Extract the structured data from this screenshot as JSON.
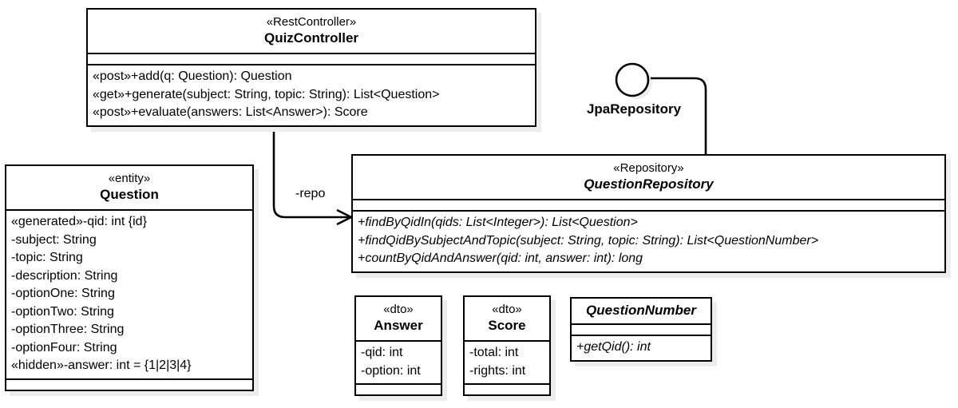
{
  "diagram": {
    "title": "Quiz application UML class diagram",
    "background_color": "#ffffff",
    "line_color": "#000000",
    "shadow_color": "rgba(0,0,0,0.07)"
  },
  "classes": {
    "quiz_controller": {
      "stereotype": "«RestController»",
      "name": "QuizController",
      "attributes": [],
      "operations": [
        "«post»+add(q: Question): Question",
        "«get»+generate(subject: String, topic: String): List<Question>",
        "«post»+evaluate(answers: List<Answer>): Score"
      ]
    },
    "question": {
      "stereotype": "«entity»",
      "name": "Question",
      "attributes": [
        "«generated»-qid: int {id}",
        "-subject: String",
        "-topic: String",
        "-description: String",
        "-optionOne: String",
        "-optionTwo: String",
        "-optionThree: String",
        "-optionFour: String",
        "«hidden»-answer: int = {1|2|3|4}"
      ],
      "operations": []
    },
    "question_repository": {
      "stereotype": "«Repository»",
      "name": "QuestionRepository",
      "attributes": [],
      "operations": [
        "+findByQidIn(qids: List<Integer>): List<Question>",
        "+findQidBySubjectAndTopic(subject: String, topic: String): List<QuestionNumber>",
        "+countByQidAndAnswer(qid: int, answer: int): long"
      ]
    },
    "answer": {
      "stereotype": "«dto»",
      "name": "Answer",
      "attributes": [
        "-qid: int",
        "-option: int"
      ],
      "operations": []
    },
    "score": {
      "stereotype": "«dto»",
      "name": "Score",
      "attributes": [
        "-total: int",
        "-rights: int"
      ],
      "operations": []
    },
    "question_number": {
      "stereotype": "",
      "name": "QuestionNumber",
      "attributes": [],
      "operations": [
        "+getQid(): int"
      ]
    }
  },
  "connectors": {
    "provided_interface": {
      "label": "JpaRepository",
      "icon": "lollipop-circle-icon"
    },
    "association": {
      "role_label": "-repo",
      "source": "QuizController",
      "target": "QuestionRepository",
      "arrow": "open-arrow-icon"
    }
  }
}
